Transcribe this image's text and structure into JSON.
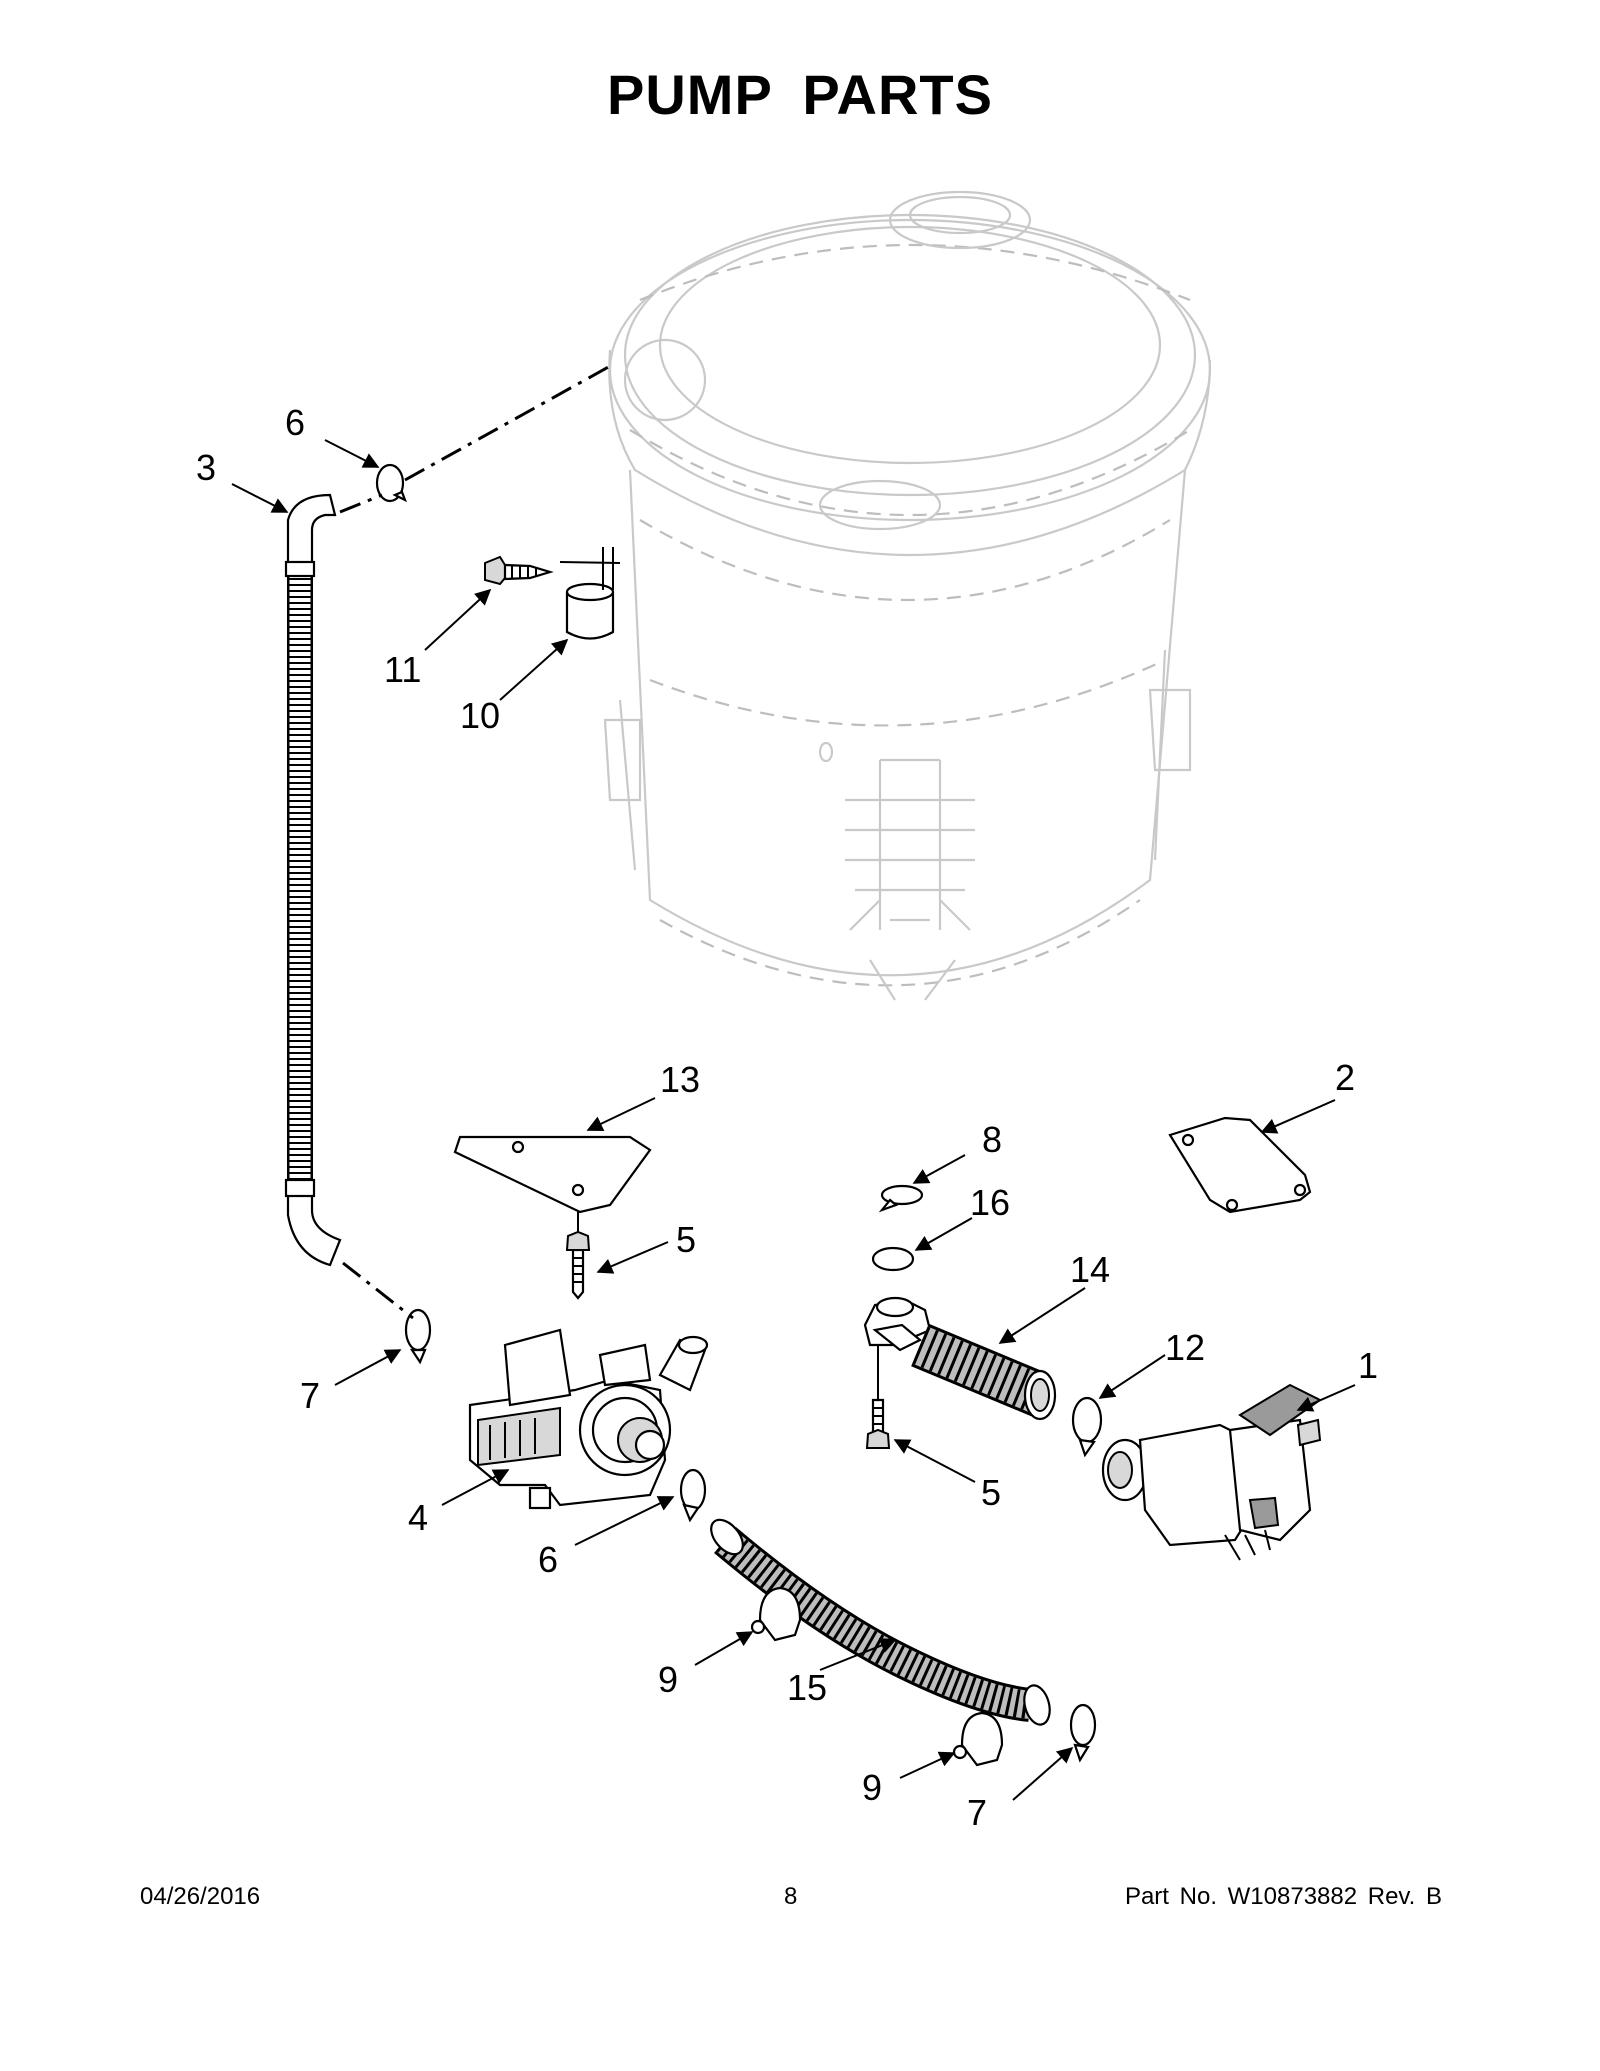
{
  "page": {
    "title": "PUMP  PARTS"
  },
  "callouts": [
    {
      "number": "1",
      "part": "pump-motor"
    },
    {
      "number": "2",
      "part": "gasket"
    },
    {
      "number": "3",
      "part": "drain-hose"
    },
    {
      "number": "4",
      "part": "drain-pump"
    },
    {
      "number": "5",
      "part": "screw"
    },
    {
      "number": "5",
      "part": "screw"
    },
    {
      "number": "6",
      "part": "hose-clamp"
    },
    {
      "number": "6",
      "part": "hose-clamp"
    },
    {
      "number": "7",
      "part": "hose-clamp"
    },
    {
      "number": "7",
      "part": "hose-clamp"
    },
    {
      "number": "8",
      "part": "hose-clamp"
    },
    {
      "number": "9",
      "part": "hose-clip"
    },
    {
      "number": "9",
      "part": "hose-clip"
    },
    {
      "number": "10",
      "part": "cap"
    },
    {
      "number": "11",
      "part": "screw"
    },
    {
      "number": "12",
      "part": "hose-clamp"
    },
    {
      "number": "13",
      "part": "gasket"
    },
    {
      "number": "14",
      "part": "sump-hose"
    },
    {
      "number": "15",
      "part": "pump-hose"
    },
    {
      "number": "16",
      "part": "o-ring"
    }
  ],
  "footer": {
    "date": "04/26/2016",
    "page_number": "8",
    "part_number": "Part No.  W10873882  Rev.  B"
  }
}
